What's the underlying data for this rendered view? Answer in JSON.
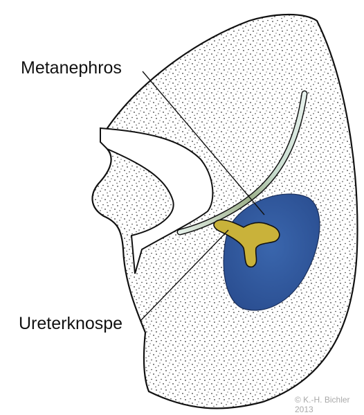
{
  "labels": {
    "metanephros": "Metanephros",
    "ureterknospe": "Ureterknospe"
  },
  "copyright": {
    "line1": "© K.-H. Bichler",
    "line2": "2013"
  },
  "colors": {
    "tissue_fill": "#ffffff",
    "tissue_stipple": "#333333",
    "outline": "#111111",
    "metanephros_blue": "#2f5aa0",
    "ureteric_bud_yellow": "#c9b23a",
    "duct_green": "#c8dccf",
    "copyright_gray": "#a9a9a9"
  },
  "icons": {
    "metanephros_region": "blue-oval-blob",
    "ureteric_bud": "y-shaped-bud"
  }
}
